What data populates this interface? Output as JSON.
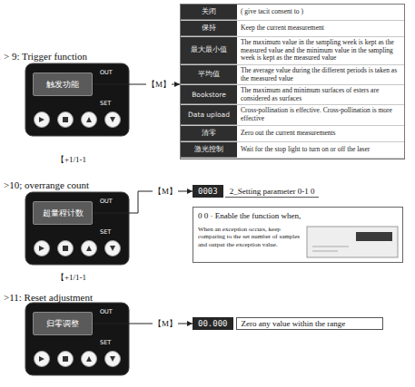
{
  "diagram": {
    "nodes": [
      {
        "text": [
          "触发功能"
        ]
      },
      {
        "text": []
      },
      {
        "text": [
          "关闭",
          "( give tacit consent to )"
        ],
        "in": 1
      },
      {
        "text": [
          "保持",
          "Keep the current measurement"
        ],
        "in": 1
      },
      {
        "text": [
          "最大最小值",
          "The maximum value in the sampling week is kept as the measured value and the minimum value in the sampling week is kept as the measured value"
        ],
        "in": 1
      },
      {
        "text": [
          "平均值",
          "The average value during the different periods is taken as the measured value"
        ],
        "in": 1
      },
      {
        "text": [
          "Bookstore",
          "The maximum and minimum surfaces of esters are considered as surfaces"
        ],
        "in": 1
      },
      {
        "text": [
          "Data upload",
          "Cross-pollination is effective. Cross-pollination is more effective"
        ],
        "in": 1
      },
      {
        "text": [
          "清零",
          "Zero out the current measurements"
        ],
        "in": 1
      },
      {
        "text": [
          "激光控制",
          "Wait for the stop light to turn on or off the laser"
        ],
        "in": 1
      },
      {
        "text": [
          "超量程计数"
        ]
      },
      {
        "text": [
          "0003",
          "2_Setting parameter 0-1 0"
        ]
      },
      {
        "text": [
          "0 0 · Enable the function when,",
          "When an exception occurs, keep comparing to the set number of samples and output the exception value."
        ]
      },
      {
        "text": [
          "归零调整"
        ]
      },
      {
        "text": [
          "00.000",
          "Zero any value within the range"
        ]
      }
    ],
    "edges": [
      {
        "from": 0,
        "to": 1,
        "label": "【M】",
        "arrow": "to"
      },
      {
        "from": 10,
        "to": 11,
        "label": "【M】",
        "arrow": "to"
      },
      {
        "from": 13,
        "to": 14,
        "label": "【M】",
        "arrow": "to"
      }
    ],
    "labels": [
      "> 9: Trigger function",
      "OUT",
      "SET",
      "【+1/1-1",
      ">10; overrange count",
      "OUT",
      "SET",
      "【+1/1-1",
      ">11: Reset adjustment",
      "OUT",
      "SET"
    ]
  }
}
